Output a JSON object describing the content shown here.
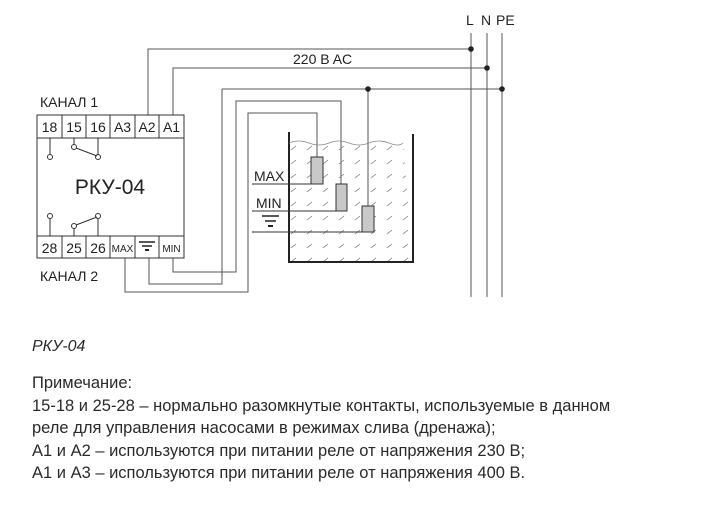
{
  "diagram": {
    "bus_labels": [
      "L",
      "N",
      "PE"
    ],
    "supply_label": "220 B AC",
    "relay": {
      "name": "РКУ-04",
      "channel1_label": "КАНАЛ 1",
      "channel2_label": "КАНАЛ 2",
      "top_terminals": [
        "18",
        "15",
        "16",
        "A3",
        "A2",
        "A1"
      ],
      "bottom_terminals": [
        "28",
        "25",
        "26",
        "MAX",
        "ground",
        "MIN"
      ]
    },
    "tank": {
      "max_label": "MAX",
      "min_label": "MIN"
    }
  },
  "caption": "РКУ-04",
  "note": {
    "title": "Примечание:",
    "lines": [
      "15-18 и 25-28 – нормально разомкнутые контакты, используемые в данном",
      "реле для управления насосами в режимах слива (дренажа);",
      "А1 и А2 – используются при питании реле от напряжения 230 В;",
      "А1 и А3 – используются при питании реле от напряжения 400 В."
    ]
  }
}
